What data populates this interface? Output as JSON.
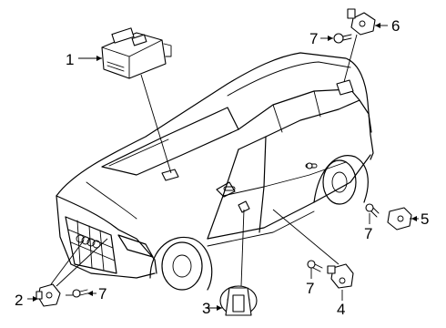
{
  "callouts": [
    {
      "id": "1",
      "label": "1"
    },
    {
      "id": "2",
      "label": "2"
    },
    {
      "id": "3",
      "label": "3"
    },
    {
      "id": "4",
      "label": "4"
    },
    {
      "id": "5",
      "label": "5"
    },
    {
      "id": "6",
      "label": "6"
    },
    {
      "id": "7a",
      "label": "7"
    },
    {
      "id": "7b",
      "label": "7"
    },
    {
      "id": "7c",
      "label": "7"
    },
    {
      "id": "7d",
      "label": "7"
    }
  ]
}
